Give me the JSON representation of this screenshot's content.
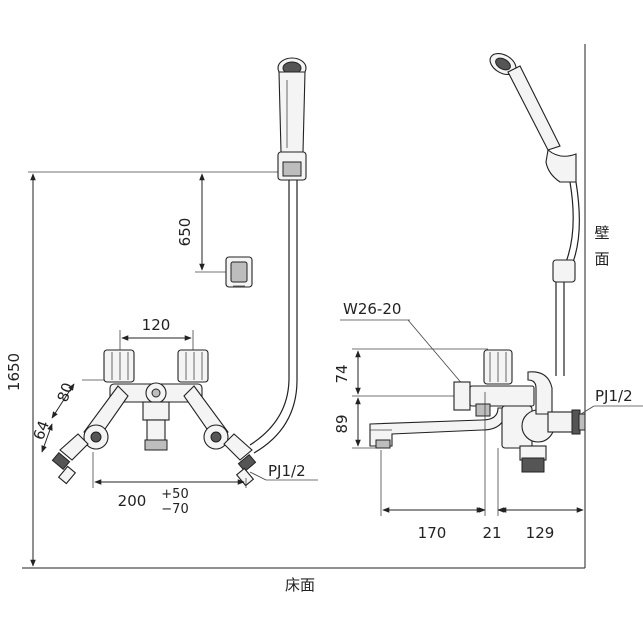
{
  "front_view": {
    "dim_total_height": "1650",
    "dim_holder_offset": "650",
    "dim_handle_spacing": "120",
    "dim_arm_80": "80",
    "dim_arm_64": "64",
    "dim_inlet_spacing": "200",
    "tolerance_plus": "+50",
    "tolerance_minus": "−70",
    "inlet_thread": "PJ1/2"
  },
  "side_view": {
    "wall_label_1": "壁",
    "wall_label_2": "面",
    "hose_thread": "W26-20",
    "dim_74": "74",
    "dim_89": "89",
    "inlet_thread": "PJ1/2",
    "dim_170": "170",
    "dim_21": "21",
    "dim_129": "129"
  },
  "floor_label": "床面"
}
